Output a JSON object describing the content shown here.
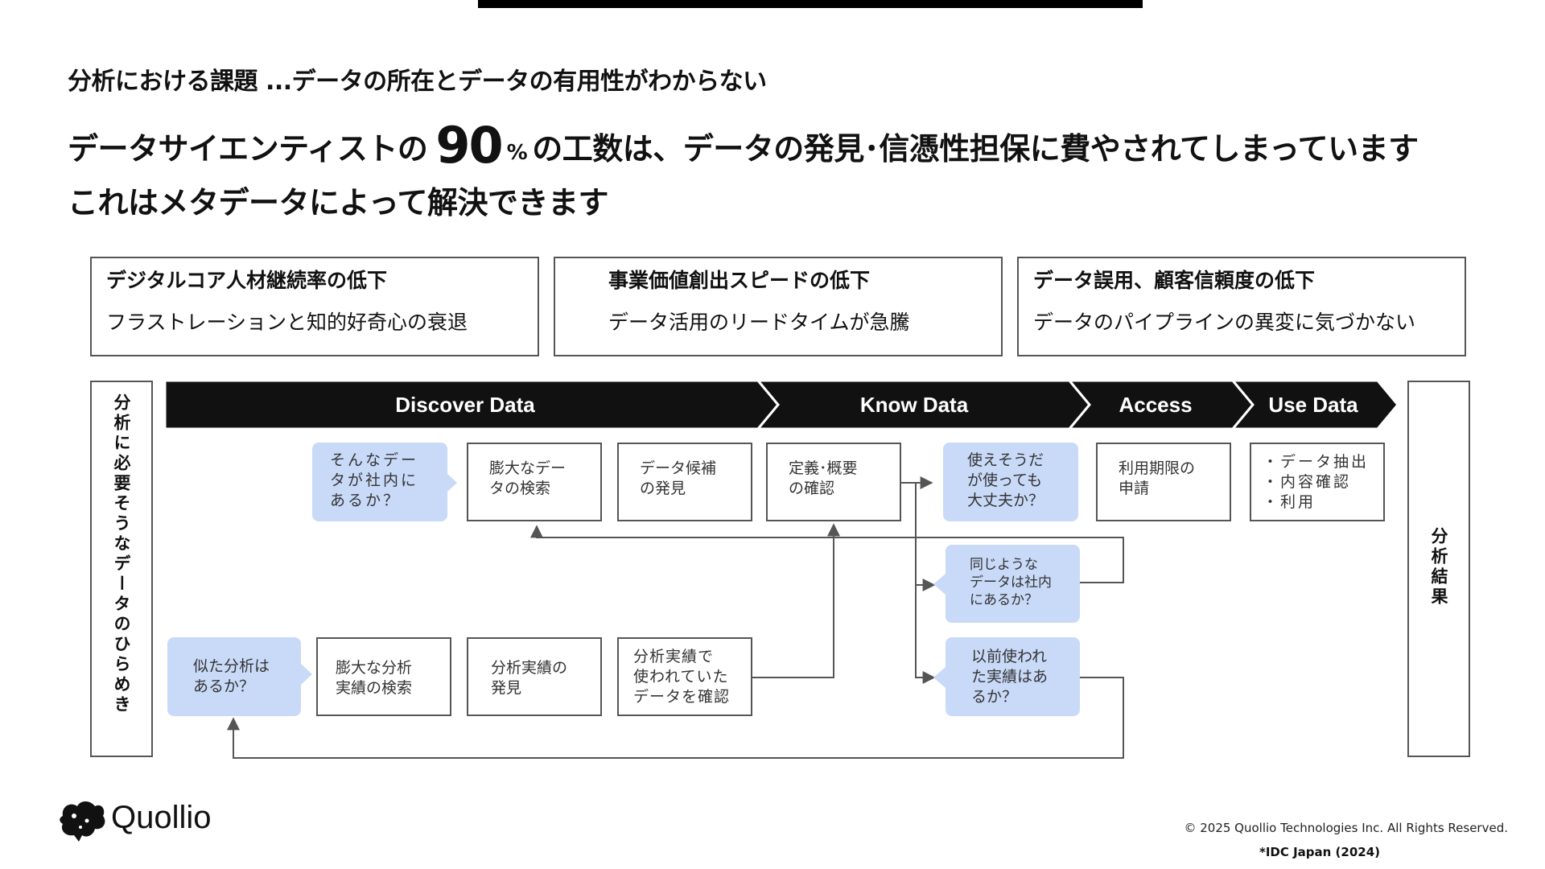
{
  "subtitle": "分析における課題 ...データの所在とデータの有用性がわからない",
  "headline": {
    "pre": "データサイエンティストの",
    "number": "90",
    "unit": "%",
    "post": "の工数は、データの発見･信憑性担保に費やされてしまっています",
    "line2": "これはメタデータによって解決できます"
  },
  "issues": [
    {
      "title": "デジタルコア人材継続率の低下",
      "desc": "フラストレーションと知的好奇心の衰退"
    },
    {
      "title": "事業価値創出スピードの低下",
      "desc": "データ活用のリードタイムが急騰"
    },
    {
      "title": "データ誤用、顧客信頼度の低下",
      "desc": "データのパイプラインの異変に気づかない"
    }
  ],
  "left_label": "分析に必要そうなデータのひらめき",
  "right_label": "分析結果",
  "phases": [
    "Discover Data",
    "Know Data",
    "Access",
    "Use Data"
  ],
  "nodes": {
    "q_exists": [
      "そんなデー",
      "タが社内に",
      "あるか？"
    ],
    "search_data": [
      "膨大なデー",
      "タの検索"
    ],
    "find_candidates": [
      "データ候補",
      "の発見"
    ],
    "confirm_def": [
      "定義･概要",
      "の確認"
    ],
    "q_usable": [
      "使えそうだ",
      "が使っても",
      "大丈夫か？"
    ],
    "apply_period": [
      "利用期限の",
      "申請"
    ],
    "use_steps": [
      "・データ抽出",
      "・内容確認",
      "・利用"
    ],
    "q_similar_data": [
      "同じような",
      "データは社内",
      "にあるか？"
    ],
    "q_similar_analysis": [
      "似た分析は",
      "あるか？"
    ],
    "search_results": [
      "膨大な分析",
      "実績の検索"
    ],
    "find_results": [
      "分析実績の",
      "発見"
    ],
    "confirm_used": [
      "分析実績で",
      "使われていた",
      "データを確認"
    ],
    "q_prev_used": [
      "以前使われ",
      "た実績はあ",
      "るか？"
    ]
  },
  "logo_text": "Quollio",
  "copyright": "© 2025 Quollio Technologies Inc. All Rights Reserved.",
  "source_note": "*IDC Japan (2024)"
}
